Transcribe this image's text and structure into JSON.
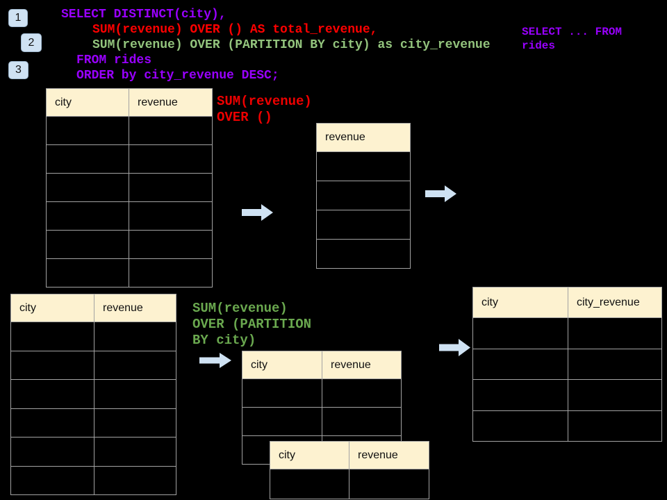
{
  "page": {
    "title": "SQL window functions diagram"
  },
  "colors": {
    "background": "#000000",
    "header_fill": "#fdf2d0",
    "table_border": "#a3a3a3",
    "arrow_fill": "#cfe2f3",
    "badge_fill": "#cfe2f3",
    "purple": "#9900ff",
    "red": "#ff0000",
    "code_green": "#93c47d",
    "annotation_green": "#6aa84f",
    "annotation_red": "#ee0000"
  },
  "badges": [
    {
      "label": "1"
    },
    {
      "label": "2"
    },
    {
      "label": "3"
    }
  ],
  "sql_code": {
    "lines": [
      {
        "text": "SELECT DISTINCT(city),",
        "color": "#9900ff"
      },
      {
        "text": "SUM(revenue) OVER () AS total_revenue,",
        "color": "#ff0000"
      },
      {
        "text": "SUM(revenue) OVER (PARTITION BY city) as city_revenue",
        "color": "#93c47d"
      },
      {
        "text": "FROM rides",
        "color": "#9900ff"
      },
      {
        "text": "ORDER by city_revenue DESC;",
        "color": "#9900ff"
      }
    ]
  },
  "side_code": {
    "line1": "SELECT ... FROM",
    "line2": "rides",
    "color": "#9900ff"
  },
  "annotations": {
    "total": {
      "line1": "SUM(revenue)",
      "line2": "OVER ()",
      "color": "#ee0000"
    },
    "partition": {
      "line1": "SUM(revenue)",
      "line2": "OVER (PARTITION",
      "line3": "BY city)",
      "color": "#6aa84f"
    }
  },
  "tables": {
    "source_top": {
      "headers": [
        "city",
        "revenue"
      ],
      "rows": 6
    },
    "total_revenue": {
      "headers": [
        "revenue"
      ],
      "rows": 4
    },
    "source_bottom": {
      "headers": [
        "city",
        "revenue"
      ],
      "rows": 6
    },
    "partition_mid": {
      "headers": [
        "city",
        "revenue"
      ],
      "rows": 3
    },
    "partition_overlay": {
      "headers": [
        "city",
        "revenue"
      ],
      "rows": 1
    },
    "result": {
      "headers": [
        "city",
        "city_revenue"
      ],
      "rows": 4
    }
  }
}
